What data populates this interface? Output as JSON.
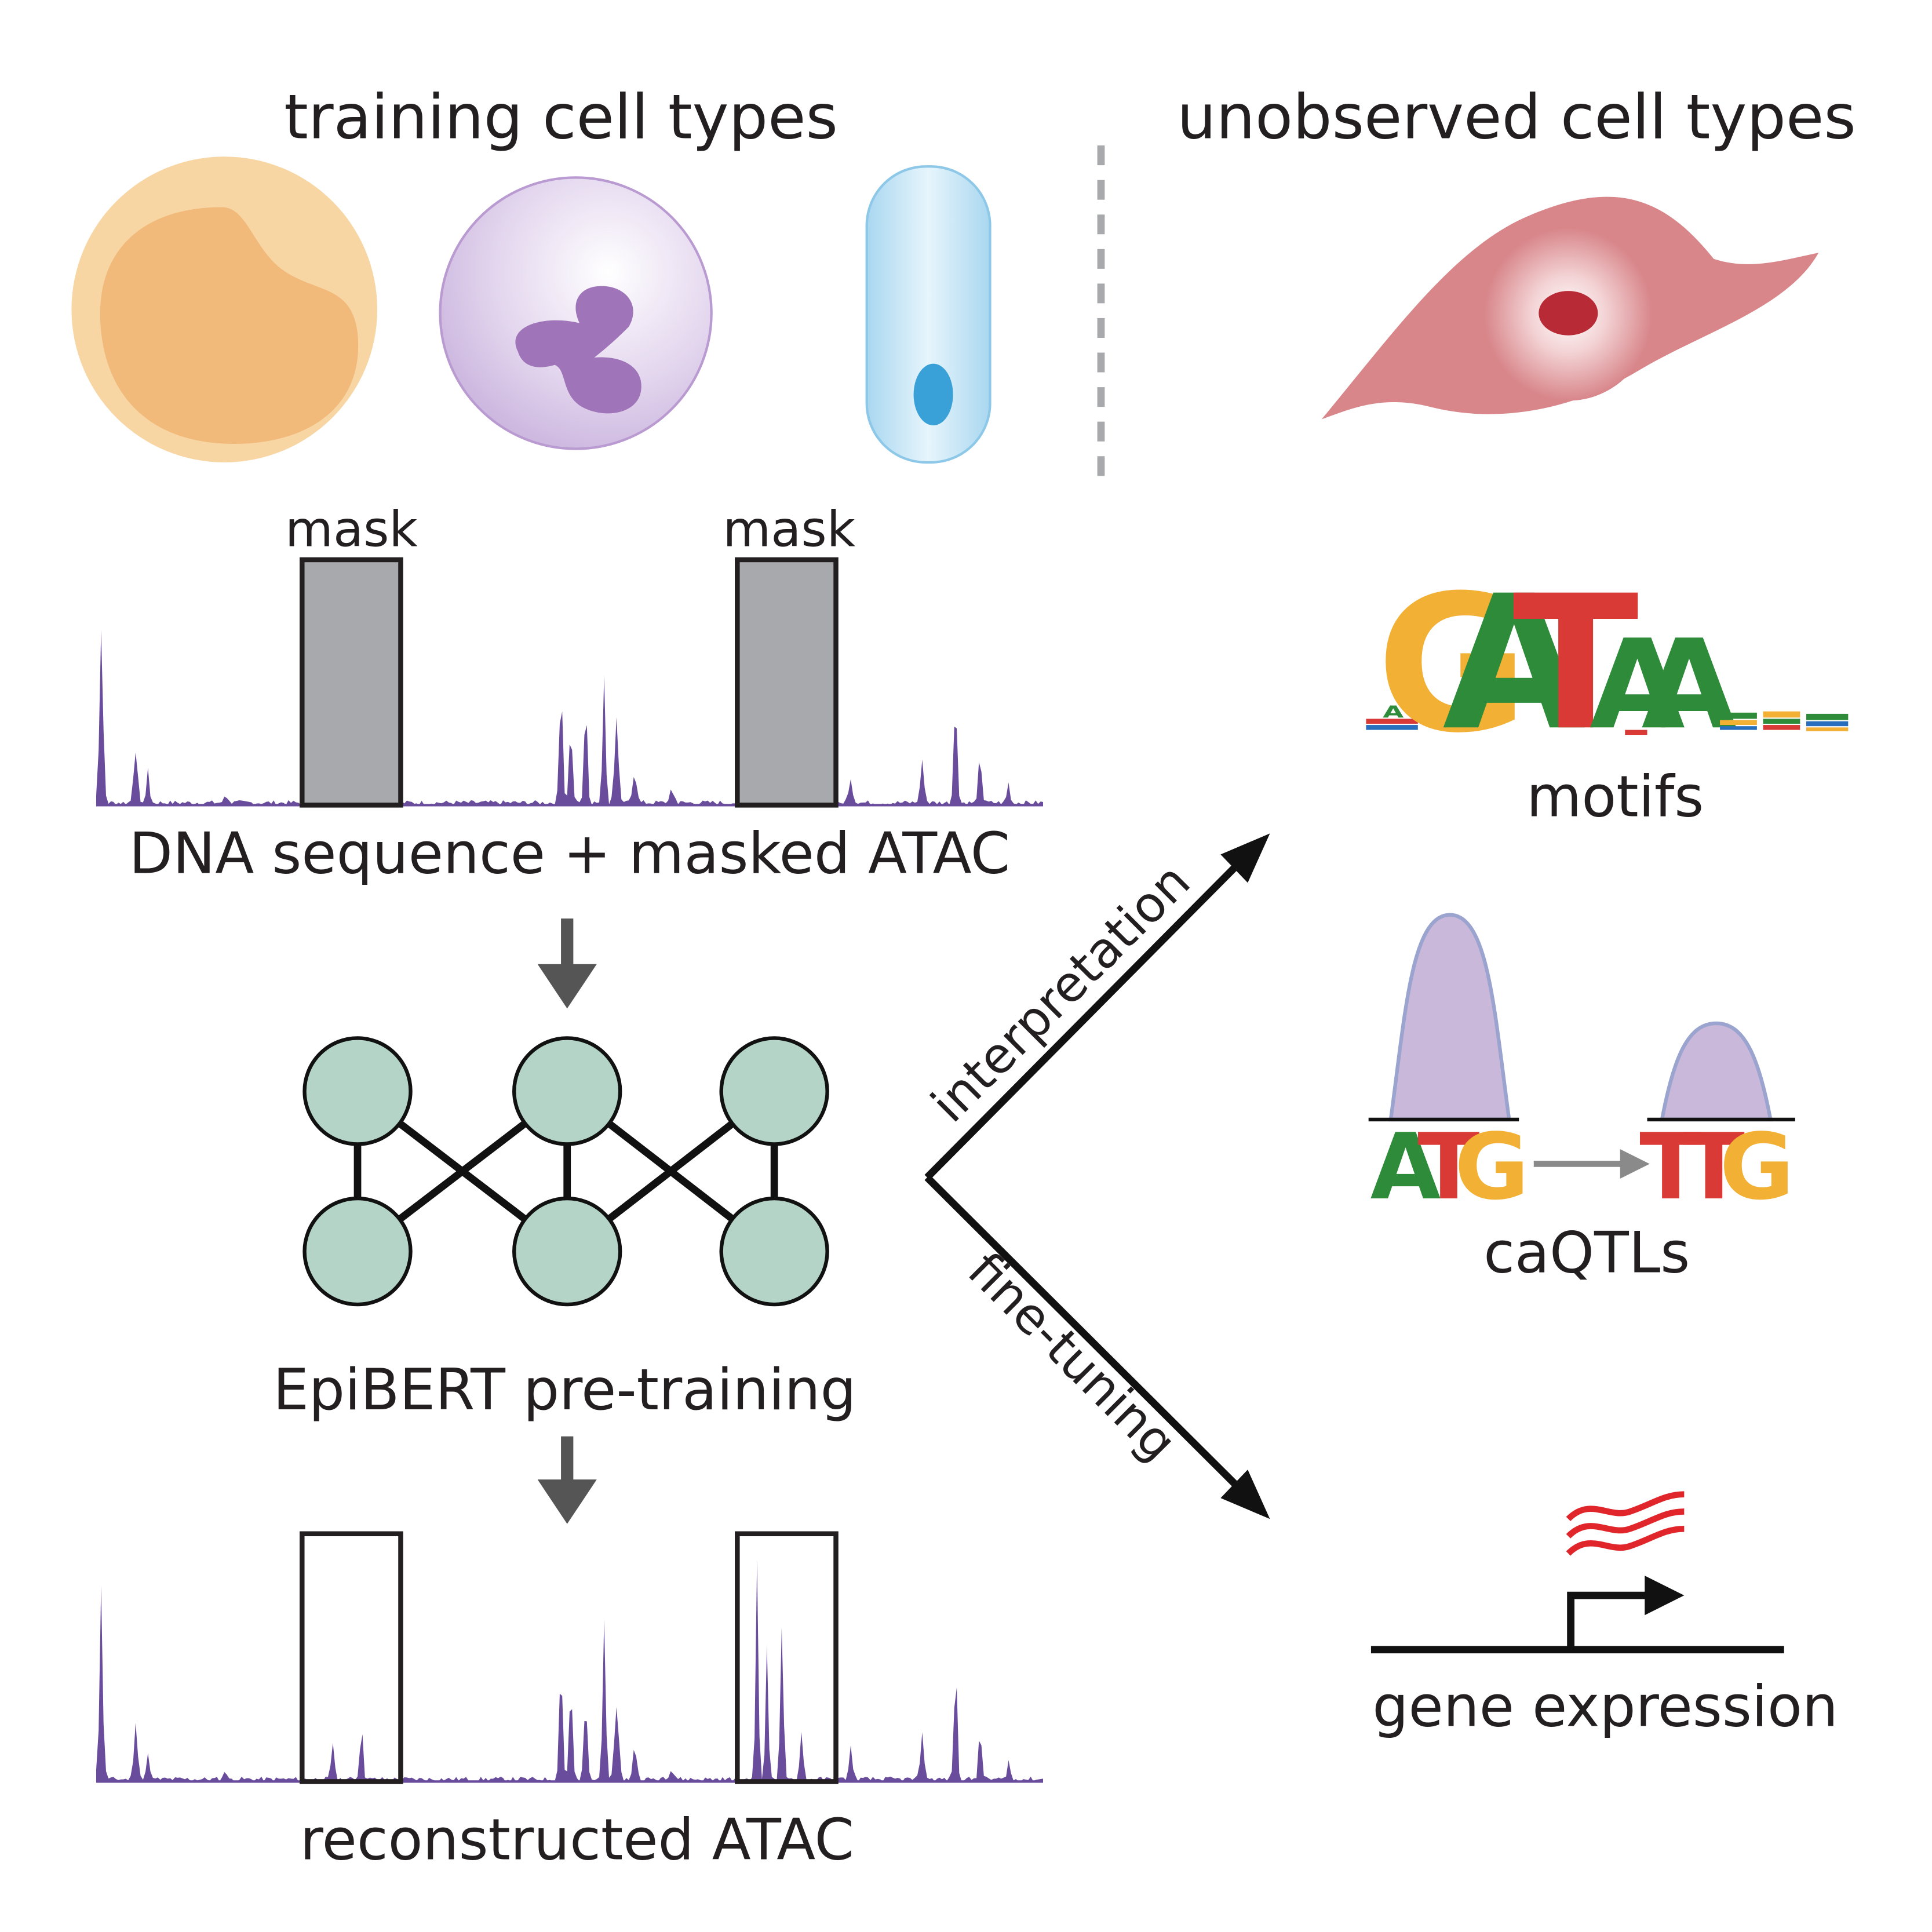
{
  "labels": {
    "training_cell_types": "training cell types",
    "unobserved_cell_types": "unobserved cell types",
    "mask_left": "mask",
    "mask_right": "mask",
    "dna_sequence_masked_atac": "DNA sequence + masked ATAC",
    "epibert_pretraining": "EpiBERT pre-training",
    "reconstructed_atac": "reconstructed ATAC",
    "interpretation": "interpretation",
    "fine_tuning": "fine-tuning",
    "motifs": "motifs",
    "caqtls": "caQTLs",
    "gene_expression": "gene expression"
  },
  "motif": {
    "letters": [
      "G",
      "A",
      "T",
      "A",
      "A"
    ],
    "small_letters": [
      "A",
      "T",
      "G",
      "A"
    ]
  },
  "caqtl": {
    "ref_allele": [
      "A",
      "T",
      "G"
    ],
    "alt_allele": [
      "T",
      "T",
      "G"
    ]
  },
  "colors": {
    "text": "#231f20",
    "atac_track": "#6a4c9c",
    "mask_fill": "#a7a9ac",
    "node_fill": "#b3d4c6",
    "arrow_gray": "#555555",
    "base_A": "#2e8b3a",
    "base_C": "#2a6fbd",
    "base_G": "#f2b035",
    "base_T": "#d93a35",
    "peak_fill": "#c9b8d9",
    "rna_red": "#e0262b",
    "dashed_divider": "#a7a9ac",
    "cell_orange": "#f1b97a",
    "cell_purple": "#d9c7e6",
    "cell_blue": "#b9dff2",
    "cell_pink": "#d8868a"
  }
}
